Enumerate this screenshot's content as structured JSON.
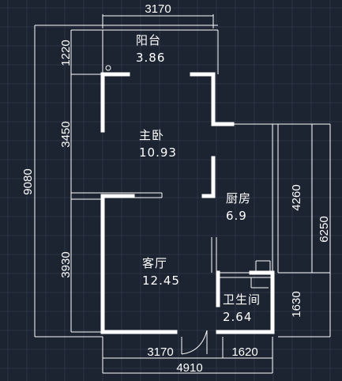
{
  "dimensions": {
    "top_width": "3170",
    "balcony_depth": "1220",
    "bedroom_depth": "3450",
    "living_depth": "3930",
    "total_depth": "9080",
    "kitchen_depth": "4260",
    "right_total_depth": "6250",
    "bathroom_depth": "1630",
    "bottom_left_width": "3170",
    "bottom_right_width": "1620",
    "bottom_total_width": "4910"
  },
  "rooms": [
    {
      "name": "阳台",
      "area": "3.86"
    },
    {
      "name": "主卧",
      "area": "10.93"
    },
    {
      "name": "厨房",
      "area": "6.9"
    },
    {
      "name": "客厅",
      "area": "12.45"
    },
    {
      "name": "卫生间",
      "area": "2.64"
    }
  ],
  "colors": {
    "background": "#1c2331",
    "grid": "#2c3648",
    "lines": "#ffffff"
  }
}
